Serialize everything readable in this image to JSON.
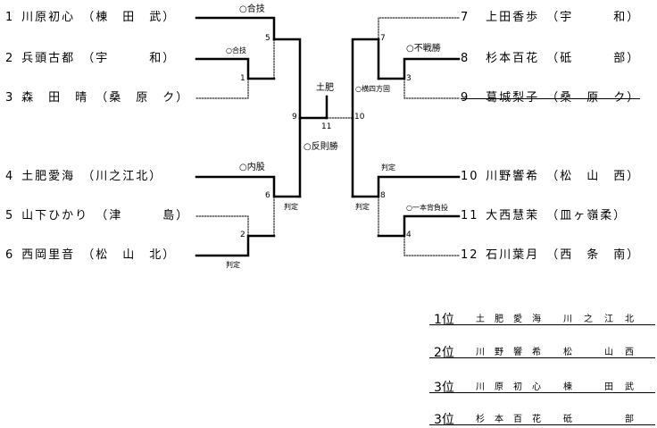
{
  "left": [
    {
      "seed": "1",
      "name": "川原初心",
      "school": "（棟　田　武）"
    },
    {
      "seed": "2",
      "name": "兵頭古都",
      "school": "（宇　　　和）"
    },
    {
      "seed": "3",
      "name": "森　田　晴",
      "school": "（桑　原　ク）"
    },
    {
      "seed": "4",
      "name": "土肥愛海",
      "school": "（川之江北）"
    },
    {
      "seed": "5",
      "name": "山下ひかり",
      "school": "（津　　　島）"
    },
    {
      "seed": "6",
      "name": "西岡里音",
      "school": "（松　山　北）"
    }
  ],
  "right": [
    {
      "seed": "7",
      "name": "上田香歩",
      "school": "（宇　　　和）"
    },
    {
      "seed": "8",
      "name": "杉本百花",
      "school": "（砥　　　部）"
    },
    {
      "seed": "9",
      "name": "葛城梨子",
      "school": "（桑　原　ク）"
    },
    {
      "seed": "10",
      "name": "川野響希",
      "school": "（松　山　西）"
    },
    {
      "seed": "11",
      "name": "大西慧茉",
      "school": "（皿ヶ嶺柔）"
    },
    {
      "seed": "12",
      "name": "石川葉月",
      "school": "（西　条　南）"
    }
  ],
  "annotations": {
    "m1_result": "○合技",
    "m1_no": "1",
    "m5_result": "○合技",
    "m5_no": "5",
    "m2_result": "判定",
    "m2_no": "2",
    "m6_result": "○内股",
    "m6_no": "6",
    "m6_note": "判定",
    "m9_no": "9",
    "m9_result": "○反則勝",
    "final_winner": "土肥",
    "m11_no": "11",
    "m10_no": "10",
    "m10_result": "○横四方固",
    "m3_result": "○不戦勝",
    "m3_no": "3",
    "m7_no": "7",
    "m8_result": "判定",
    "m8_no": "8",
    "m8_note": "判定",
    "m4_result": "○一本背負投",
    "m4_no": "4"
  },
  "rankings": [
    {
      "place": "1位",
      "name": "土肥愛海",
      "school": "川之江北"
    },
    {
      "place": "2位",
      "name": "川野響希",
      "school": "松　山西"
    },
    {
      "place": "3位",
      "name": "川原初心",
      "school": "棟　田武"
    },
    {
      "place": "3位",
      "name": "杉本百花",
      "school": "砥　　部"
    }
  ]
}
